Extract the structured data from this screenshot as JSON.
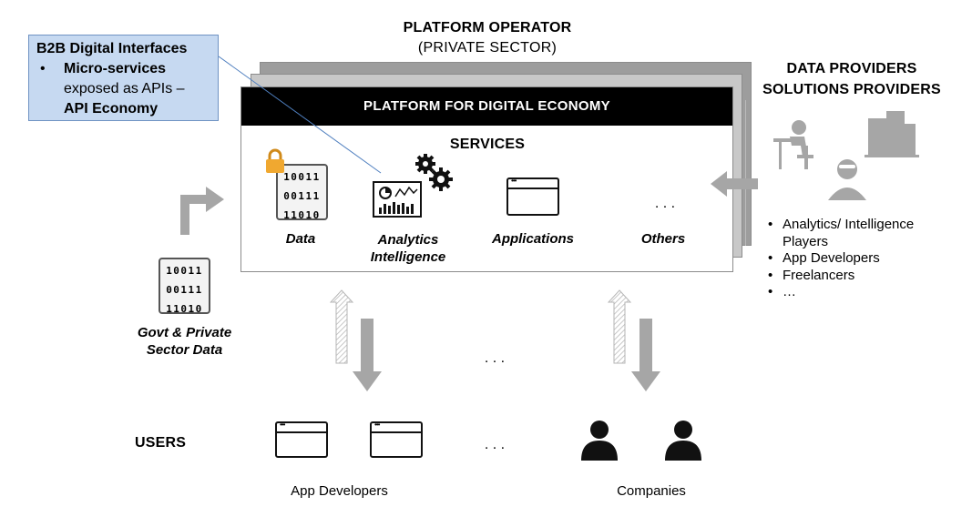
{
  "operator": {
    "title": "PLATFORM OPERATOR",
    "subtitle": "(PRIVATE SECTOR)"
  },
  "callout": {
    "title": "B2B Digital Interfaces",
    "bullet": "•",
    "line1": "Micro-services",
    "line2": "exposed as APIs –",
    "line3": "API Economy"
  },
  "platform": {
    "bar_label": "PLATFORM FOR DIGITAL ECONOMY",
    "services_label": "SERVICES",
    "items": [
      {
        "label": "Data"
      },
      {
        "label": "Analytics Intelligence"
      },
      {
        "label": "Applications"
      },
      {
        "label": "Others"
      }
    ],
    "ellipsis": ". . ."
  },
  "binary_rows": [
    "10011",
    "00111",
    "11010"
  ],
  "providers": {
    "title_line1": "DATA PROVIDERS",
    "title_line2": "SOLUTIONS PROVIDERS",
    "list": [
      "Analytics/ Intelligence Players",
      "App Developers",
      "Freelancers",
      "…"
    ]
  },
  "govt": {
    "label": "Govt & Private Sector Data"
  },
  "users": {
    "label": "USERS",
    "middle_ellipsis": ". . .",
    "row_ellipsis": ". . .",
    "app_developers": "App Developers",
    "companies": "Companies"
  },
  "colors": {
    "arrow_gray": "#a6a6a6",
    "callout_fill": "#c6d9f1",
    "bar": "#000000",
    "lock": "#f0a830"
  }
}
